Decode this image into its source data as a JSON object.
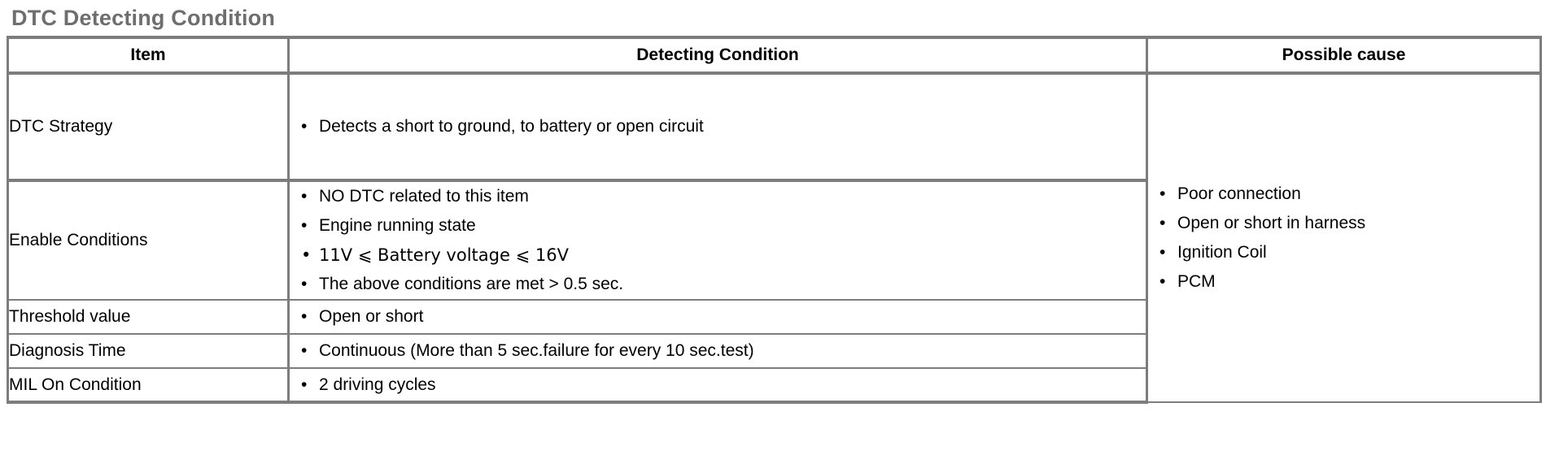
{
  "page": {
    "title": "DTC Detecting Condition"
  },
  "table": {
    "headers": {
      "item": "Item",
      "detecting_condition": "Detecting Condition",
      "possible_cause": "Possible cause"
    },
    "rows": [
      {
        "item": "DTC Strategy",
        "conditions": [
          "Detects a short to ground, to battery or open circuit"
        ]
      },
      {
        "item": "Enable Conditions",
        "conditions": [
          "NO DTC related to this item",
          "Engine running state",
          "11V ⩽ Battery voltage ⩽ 16V",
          "The above conditions are met > 0.5 sec."
        ]
      },
      {
        "item": "Threshold value",
        "conditions": [
          "Open or short"
        ]
      },
      {
        "item": "Diagnosis Time",
        "conditions": [
          "Continuous (More than 5 sec.failure for every 10 sec.test)"
        ]
      },
      {
        "item": "MIL On Condition",
        "conditions": [
          "2 driving cycles"
        ]
      }
    ],
    "possible_causes": [
      "Poor connection",
      "Open or short in harness",
      "Ignition Coil",
      "PCM"
    ]
  },
  "colors": {
    "title_gray": "#6e6e6e",
    "border_gray": "#7d7d7d",
    "text_black": "#000000",
    "background": "#ffffff"
  }
}
